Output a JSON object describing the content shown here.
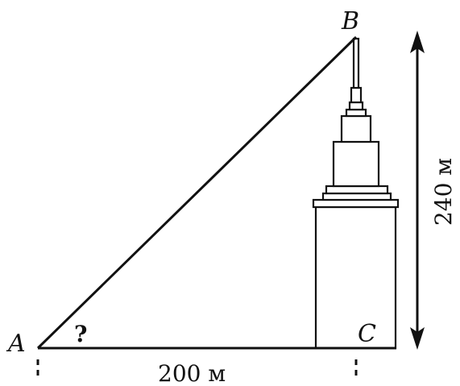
{
  "points": {
    "A": "A",
    "B": "B",
    "C": "C"
  },
  "angle_label": "?",
  "base_label": "200 м",
  "height_label": "240 м"
}
